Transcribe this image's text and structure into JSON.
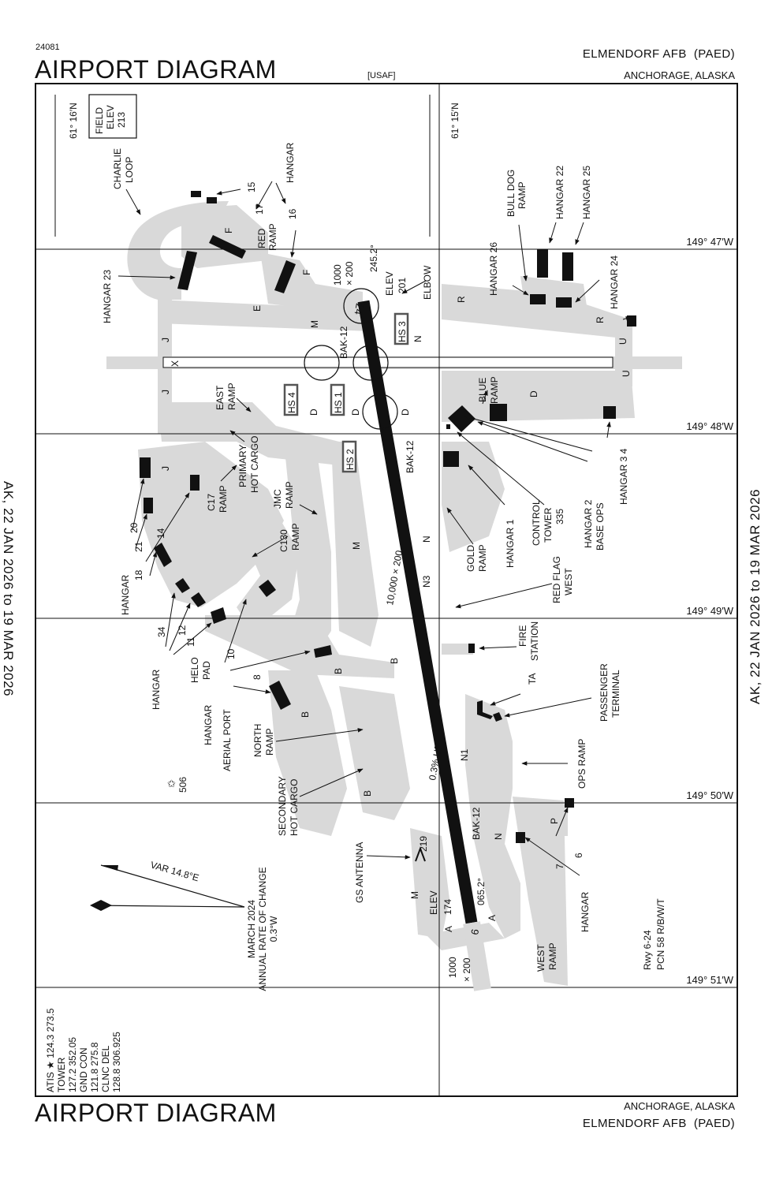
{
  "header": {
    "chart_number": "24081",
    "title": "AIRPORT DIAGRAM",
    "authority": "[USAF]",
    "airport_name": "ELMENDORF AFB",
    "airport_id": "(PAED)",
    "location": "ANCHORAGE, ALASKA"
  },
  "footer": {
    "title": "AIRPORT DIAGRAM",
    "location": "ANCHORAGE, ALASKA",
    "airport_name": "ELMENDORF AFB",
    "airport_id": "(PAED)"
  },
  "side": {
    "left": "AK,  22 JAN 2026  to  19 MAR 2026",
    "right": "AK,  22 JAN 2026  to  19 MAR 2026"
  },
  "field_elev": {
    "l1": "FIELD",
    "l2": "ELEV",
    "l3": "213"
  },
  "lat": {
    "left": "61° 16′N",
    "right": "61° 15′N"
  },
  "lon": [
    "149° 47′W",
    "149° 48′W",
    "149° 49′W",
    "149° 50′W",
    "149° 51′W"
  ],
  "comms": {
    "atis": "ATIS ★ 124.3  273.5",
    "tower_label": "TOWER",
    "tower": "127.2  352.05",
    "gnd_label": "GND CON",
    "gnd": "121.8  275.8",
    "clnc_label": "CLNC DEL",
    "clnc": "128.8  306.925"
  },
  "variation": {
    "var": "VAR 14.8°E",
    "date": "MARCH 2024",
    "annual": "ANNUAL RATE OF CHANGE",
    "rate": "0.3°W"
  },
  "runway": {
    "end_24": "24",
    "end_6": "6",
    "hdg_24": "245.2°",
    "hdg_6": "065.2°",
    "dims": "10,000 × 200",
    "elev_24_label": "ELEV",
    "elev_24": "201",
    "elev_6_label": "ELEV",
    "elev_6": "174",
    "overrun_24_a": "1000",
    "overrun_24_b": "× 200",
    "overrun_6_a": "1000",
    "overrun_6_b": "× 200",
    "gradient": "0.3% UP",
    "bak_1": "BAK-12",
    "bak_2": "BAK-12",
    "bak_3": "BAK-12",
    "pcn_1": "Rwy 6-24",
    "pcn_2": "PCN 58 R/B/W/T"
  },
  "hotspots": [
    "HS 1",
    "HS 2",
    "HS 3",
    "HS 4"
  ],
  "taxiways": [
    "A",
    "A",
    "B",
    "B",
    "B",
    "B",
    "D",
    "D",
    "D",
    "D",
    "E",
    "F",
    "F",
    "J",
    "J",
    "J",
    "M",
    "M",
    "M",
    "N",
    "N",
    "N",
    "N1",
    "N3",
    "P",
    "R",
    "R",
    "U",
    "U",
    "X"
  ],
  "labels": {
    "charlie_loop": [
      "CHARLIE",
      "LOOP"
    ],
    "hangar_top": "HANGAR",
    "h15": "15",
    "h16": "16",
    "h17": "17",
    "red_ramp": [
      "RED",
      "RAMP"
    ],
    "hangar_23": "HANGAR 23",
    "elbow": "ELBOW",
    "bull_dog": [
      "BULL DOG",
      "RAMP"
    ],
    "hangar_22": "HANGAR 22",
    "hangar_25": "HANGAR 25",
    "hangar_26": "HANGAR 26",
    "hangar_24": "HANGAR 24",
    "east_ramp": [
      "EAST",
      "RAMP"
    ],
    "primary_hot": [
      "PRIMARY",
      "HOT CARGO"
    ],
    "c17_ramp": [
      "C17",
      "RAMP"
    ],
    "jmc_ramp": [
      "JMC",
      "RAMP"
    ],
    "c130_ramp": [
      "C130",
      "RAMP"
    ],
    "blue_ramp": [
      "BLUE",
      "RAMP"
    ],
    "gold_ramp": [
      "GOLD",
      "RAMP"
    ],
    "hangar_1": "HANGAR 1",
    "control_tower": [
      "CONTROL",
      "TOWER",
      "335"
    ],
    "hangar_2": [
      "HANGAR 2",
      "BASE OPS"
    ],
    "hangar_34": "HANGAR  3  4",
    "red_flag": [
      "RED FLAG",
      "WEST"
    ],
    "hangar_left": "HANGAR",
    "h20": "20",
    "h21": "21",
    "h18": "18",
    "h14": "14",
    "h34": "34",
    "h12": "12",
    "h11": "11",
    "h10": "10",
    "hangar_mid": "HANGAR",
    "helo_pad": [
      "HELO",
      "PAD"
    ],
    "hangar_8": "HANGAR",
    "h8": "8",
    "aerial_port": "AERIAL PORT",
    "north_ramp": [
      "NORTH",
      "RAMP"
    ],
    "secondary_hot": [
      "SECONDARY",
      "HOT CARGO"
    ],
    "fire_station": [
      "FIRE",
      "STATION"
    ],
    "ta": "TA",
    "passenger": [
      "PASSENGER",
      "TERMINAL"
    ],
    "ops_ramp": "OPS RAMP",
    "obst": "506",
    "gs_antenna": "GS ANTENNA",
    "gs_elev": "219",
    "hangar_67": "HANGAR",
    "h7": "7",
    "h6": "6",
    "west_ramp": [
      "WEST",
      "RAMP"
    ]
  }
}
